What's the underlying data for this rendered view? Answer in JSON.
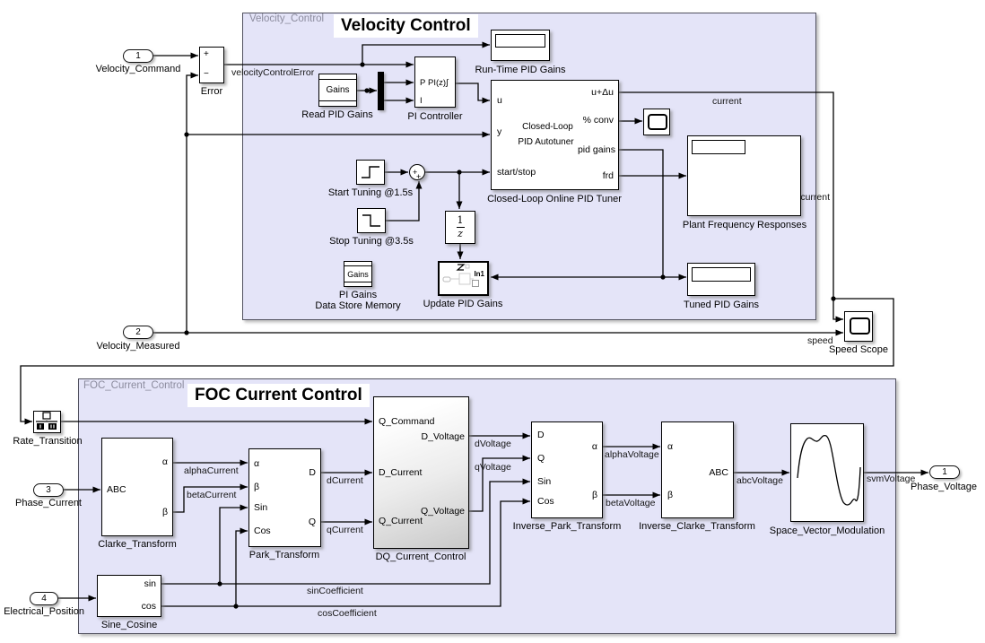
{
  "regions": {
    "velocity": {
      "tag": "Velocity_Control",
      "title": "Velocity Control"
    },
    "foc": {
      "tag": "FOC_Current_Control",
      "title": "FOC Current Control"
    }
  },
  "ports": {
    "velocity_command": {
      "num": "1",
      "label": "Velocity_Command"
    },
    "velocity_measured": {
      "num": "2",
      "label": "Velocity_Measured"
    },
    "phase_current": {
      "num": "3",
      "label": "Phase_Current"
    },
    "electrical_position": {
      "num": "4",
      "label": "Electrical_Position"
    },
    "phase_voltage": {
      "num": "1",
      "label": "Phase_Voltage"
    }
  },
  "blocks": {
    "error": {
      "label": "Error",
      "plus": "+",
      "minus": "−"
    },
    "read_pid_gains": {
      "text": "Gains",
      "label": "Read PID Gains"
    },
    "pi_controller": {
      "label": "PI Controller",
      "port_p": "P",
      "port_i": "I",
      "title": "PI(z)∫"
    },
    "runtime_pid_gains": {
      "label": "Run-Time PID Gains"
    },
    "pid_tuner": {
      "label": "Closed-Loop Online PID Tuner",
      "name_line1": "Closed-Loop",
      "name_line2": "PID Autotuner",
      "in_u": "u",
      "in_y": "y",
      "in_start_stop": "start/stop",
      "out_u_du": "u+Δu",
      "out_conv": "% conv",
      "out_pid_gains": "pid gains",
      "out_frd": "frd"
    },
    "plant_freq": {
      "label": "Plant Frequency Responses"
    },
    "start_tuning": {
      "label": "Start Tuning @1.5s"
    },
    "stop_tuning": {
      "label": "Stop Tuning @3.5s"
    },
    "sum": {
      "sign_left": "+",
      "sign_bottom": "+"
    },
    "unit_delay": {
      "num": "1",
      "den": "z"
    },
    "pi_gains_dsm": {
      "text": "Gains",
      "label_line1": "PI Gains",
      "label_line2": "Data Store Memory"
    },
    "update_pid_gains": {
      "label": "Update PID Gains",
      "in1": "In1"
    },
    "tuned_pid_gains": {
      "label": "Tuned PID Gains"
    },
    "speed_scope": {
      "label": "Speed Scope"
    },
    "rate_transition": {
      "label": "Rate_Transition"
    },
    "clarke": {
      "label": "Clarke_Transform",
      "in_abc": "ABC",
      "out_alpha": "α",
      "out_beta": "β"
    },
    "park": {
      "label": "Park_Transform",
      "in_alpha": "α",
      "in_beta": "β",
      "in_sin": "Sin",
      "in_cos": "Cos",
      "out_d": "D",
      "out_q": "Q"
    },
    "dq_control": {
      "label": "DQ_Current_Control",
      "in_q_command": "Q_Command",
      "in_d_current": "D_Current",
      "in_q_current": "Q_Current",
      "out_d_voltage": "D_Voltage",
      "out_q_voltage": "Q_Voltage"
    },
    "inverse_park": {
      "label": "Inverse_Park_Transform",
      "in_d": "D",
      "in_q": "Q",
      "in_sin": "Sin",
      "in_cos": "Cos",
      "out_alpha": "α",
      "out_beta": "β"
    },
    "inverse_clarke": {
      "label": "Inverse_Clarke_Transform",
      "in_alpha": "α",
      "in_beta": "β",
      "out_abc": "ABC"
    },
    "svm": {
      "label": "Space_Vector_Modulation"
    },
    "sine_cosine": {
      "label": "Sine_Cosine",
      "out_sin": "sin",
      "out_cos": "cos"
    }
  },
  "signals": {
    "velocity_control_error": "velocityControlError",
    "current_top": "current",
    "current_right": "current",
    "speed": "speed",
    "alpha_current": "alphaCurrent",
    "beta_current": "betaCurrent",
    "d_current": "dCurrent",
    "q_current": "qCurrent",
    "d_voltage": "dVoltage",
    "q_voltage": "qVoltage",
    "alpha_voltage": "alphaVoltage",
    "beta_voltage": "betaVoltage",
    "abc_voltage": "abcVoltage",
    "svm_voltage": "svmVoltage",
    "sin_coefficient": "sinCoefficient",
    "cos_coefficient": "cosCoefficient"
  }
}
